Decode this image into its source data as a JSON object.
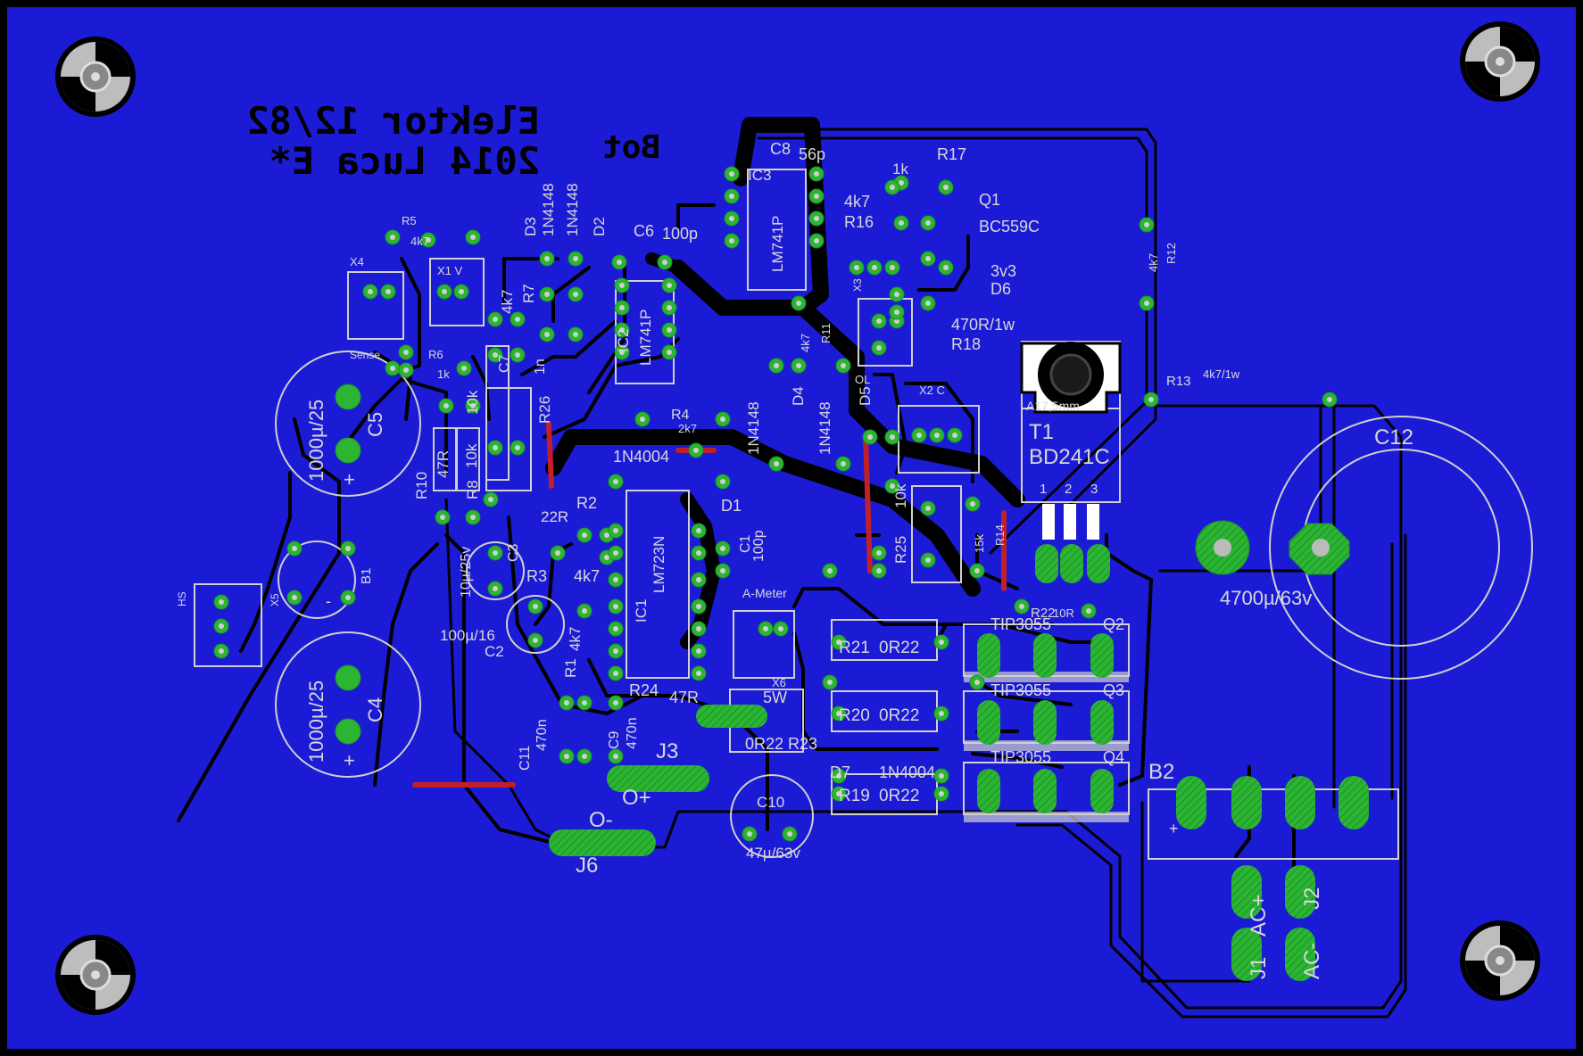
{
  "board": {
    "background": "#1b1bd6",
    "frame": "#000000",
    "pad_color": "#2bb533",
    "silk_color": "#d8d8d8",
    "trace_color": "#000000",
    "jumper_color": "#c0202a"
  },
  "texts": {
    "mirror_line1": "Elektor 12/82",
    "mirror_line2": "2014 Luca E*",
    "mirror_bot": "Bot"
  },
  "labels": {
    "c8": "C8",
    "c8v": "56p",
    "r17": "R17",
    "r17v": "1k",
    "ic3": "IC3",
    "r16v": "4k7",
    "r16": "R16",
    "q1": "Q1",
    "q1v": "BC559C",
    "r12": "R12",
    "r12v": "4k7",
    "d3": "D3",
    "d3v": "1N4148",
    "d2v": "1N4148",
    "d2": "D2",
    "c6": "C6",
    "c6v": "100p",
    "r5": "R5",
    "r5v": "4k7",
    "x4": "X4",
    "x1": "X1 V",
    "r7v": "4k7",
    "r7": "R7",
    "ic2": "IC2",
    "ic2v": "LM741P",
    "ic3v": "LM741P",
    "d6": "D6",
    "d6v": "3v3",
    "x3": "X3",
    "r18v": "470R/1w",
    "r18": "R18",
    "r11": "R11",
    "r11v": "4k7",
    "sense": "Sense",
    "r6": "R6",
    "r6v": "1k",
    "c7": "C7",
    "c7v": "1n",
    "c5": "C5",
    "c5v": "1000µ/25",
    "r26": "R26",
    "r26v": "10k",
    "d4": "D4",
    "d4v": "1N4148",
    "d5v": "1N4148",
    "d5": "D5",
    "ol": "OL",
    "x2": "X2 C",
    "r13": "R13",
    "r13v": "4k7/1w",
    "t1": "T1",
    "t1v": "BD241C",
    "t1pkg": "A17,5mm",
    "pin1": "1",
    "pin2": "2",
    "pin3": "3",
    "c12": "C12",
    "c12v": "4700µ/63v",
    "r4": "R4",
    "r4v": "2k7",
    "d1v": "1N4004",
    "d1": "D1",
    "r10": "R10",
    "r10v": "47R",
    "r8": "R8",
    "r8v": "10k",
    "r2": "R2",
    "r2v": "22R",
    "ic1": "IC1",
    "ic1v": "LM723N",
    "c1": "C1",
    "c1v": "100p",
    "c3": "C3",
    "c3v": "10µ/25v",
    "r3": "R3",
    "r3v": "4k7",
    "r25": "R25",
    "r25v": "10k",
    "r14": "R14",
    "r14v": "15k",
    "hs": "HS",
    "x5": "X5",
    "b1": "B1",
    "c2": "C2",
    "c2v": "100µ/16",
    "r1": "R1",
    "r1v": "4k7",
    "ameter": "A-Meter",
    "x6": "X6",
    "r21": "R21",
    "r21v": "0R22",
    "r22": "R22",
    "r22v": "10R",
    "q2": "Q2",
    "q2v": "TIP3055",
    "q3": "Q3",
    "q3v": "TIP3055",
    "q4": "Q4",
    "q4v": "TIP3055",
    "r20": "R20",
    "r20v": "0R22",
    "r19": "R19",
    "r19v": "0R22",
    "d7": "D7",
    "d7v": "1N4004",
    "c4": "C4",
    "c4v": "1000µ/25",
    "r24": "R24",
    "r24v": "47R",
    "r23v": "5W",
    "r23": "0R22 R23",
    "c11": "C11",
    "c11v": "470n",
    "c9": "C9",
    "c9v": "470n",
    "j3": "J3",
    "oplus": "O+",
    "ominus": "O-",
    "j6": "J6",
    "c10": "C10",
    "c10v": "47µ/63v",
    "b2": "B2",
    "j1": "J1",
    "j1v": "AC+",
    "j2": "J2",
    "j2v": "AC-",
    "plus": "+",
    "minus": "-"
  }
}
